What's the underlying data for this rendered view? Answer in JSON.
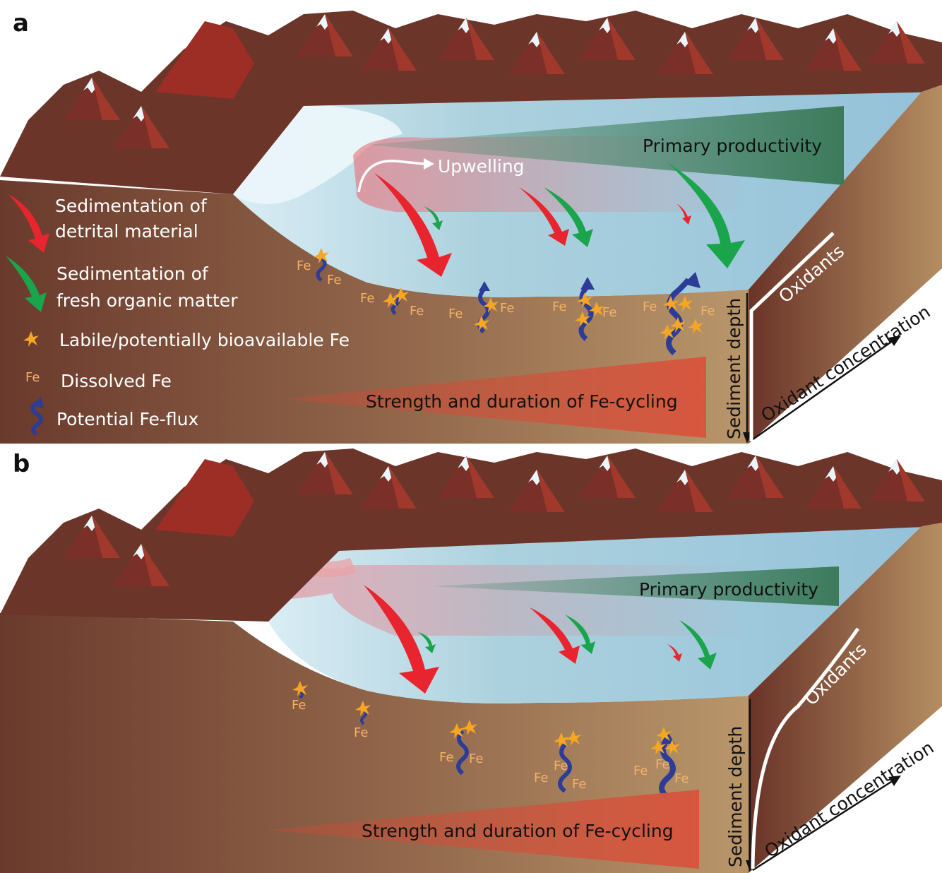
{
  "colors": {
    "sediment": "#7a4a38",
    "water": "#9cc6d8",
    "detrital_arrow": "#e8252f",
    "organic_arrow": "#1aa44c",
    "fe_flux": "#2c3c97",
    "fe_text": "#f4b266",
    "productivity_wedge": "#3f7a5c",
    "fe_cycling_wedge": "#d0503b"
  },
  "panel_a": {
    "letter": "a",
    "upwelling": "Upwelling",
    "primary_productivity": "Primary productivity",
    "fe_cycling": "Strength and duration of Fe-cycling",
    "sediment_depth": "Sediment depth",
    "oxidants": "Oxidants",
    "oxidant_concentration": "Oxidant concentration",
    "fe": "Fe"
  },
  "legend": {
    "detrital_1": "Sedimentation of",
    "detrital_2": "detrital material",
    "organic_1": "Sedimentation of",
    "organic_2": "fresh organic matter",
    "labile": "Labile/potentially bioavailable Fe",
    "dissolved_symbol": "Fe",
    "dissolved": "Dissolved Fe",
    "flux": "Potential Fe-flux"
  },
  "panel_b": {
    "letter": "b",
    "primary_productivity": "Primary productivity",
    "fe_cycling": "Strength and duration of Fe-cycling",
    "sediment_depth": "Sediment depth",
    "oxidants": "Oxidants",
    "oxidant_concentration": "Oxidant concentration",
    "fe": "Fe"
  }
}
